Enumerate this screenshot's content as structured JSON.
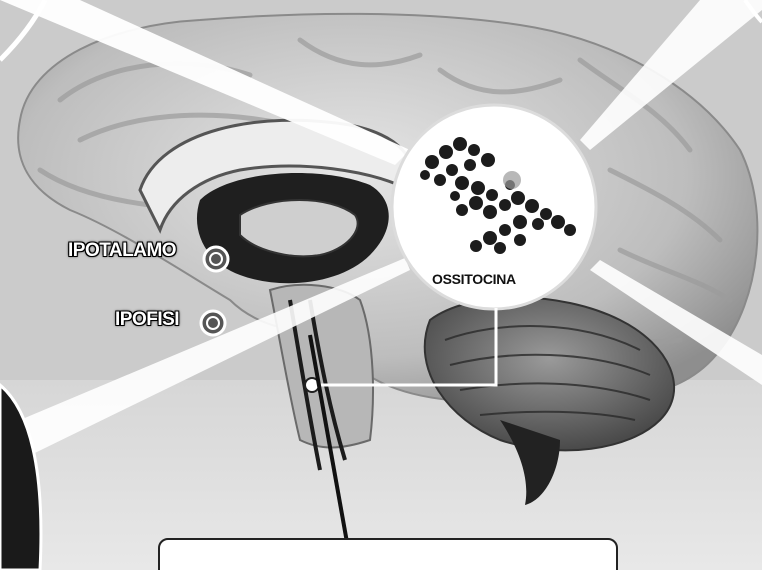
{
  "labels": {
    "hypothalamus": "IPOTALAMO",
    "pituitary": "IPOFISI",
    "oxytocin": "OSSITOCINA"
  },
  "colors": {
    "background": "#cfcfcf",
    "brain_light": "#e3e3e3",
    "brain_mid": "#a9a9a9",
    "brain_dark": "#2a2a2a",
    "callout": "#ffffff",
    "molecule": "#1c1c1c"
  },
  "icons": [
    "ring-marker-icon",
    "arrow-down-icon",
    "molecule-icon"
  ]
}
